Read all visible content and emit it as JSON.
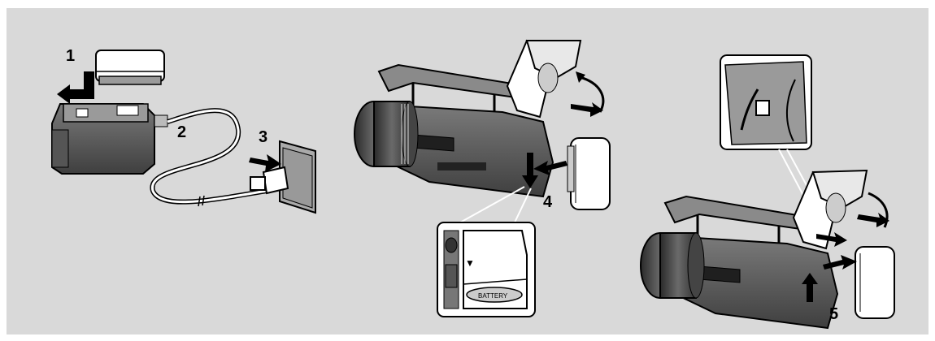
{
  "steps": {
    "s1": "1",
    "s2": "2",
    "s3": "3",
    "s4": "4",
    "s5": "5"
  },
  "inset_a": {
    "marker": "▼",
    "battery_text": "BATTERY"
  },
  "colors": {
    "background": "#d9d9d9",
    "panel": "#ffffff",
    "device_light": "#ffffff",
    "device_mid": "#bdbdbd",
    "device_dark": "#4a4a4a",
    "ink": "#000000"
  }
}
